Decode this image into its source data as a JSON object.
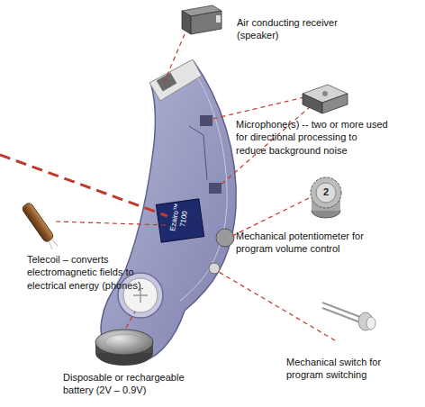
{
  "diagram": {
    "labels": [
      "Air conducting receiver (speaker)",
      "Microphone(s) -- two or more used for directional processing to reduce background noise",
      "Mechanical potentiometer for program volume control",
      "Telecoil – converts electromagnetic fields to electrical energy (phones).",
      "Disposable or rechargeable battery (2V – 0.9V)",
      "Mechanical switch for program switching",
      "Ezairo™ 7100",
      "2"
    ]
  }
}
